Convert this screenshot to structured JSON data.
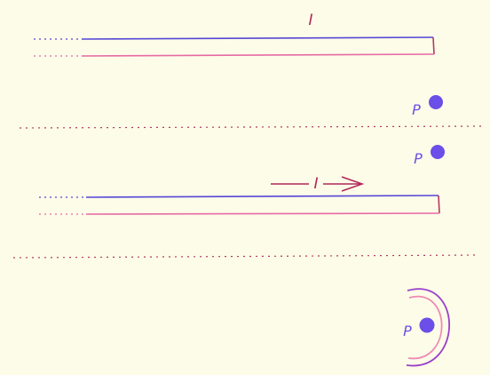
{
  "colors": {
    "background": "#fdfce8",
    "wire_outer": "#5546d6",
    "wire_inner": "#e66aa4",
    "divider": "#b23a5e",
    "label": "#b0265a",
    "point": "#6a4fe8",
    "arc_outer": "#9a3fc9",
    "arc_inner": "#ef8ab5"
  },
  "panels": [
    {
      "current_label": "I",
      "point_label": "P"
    },
    {
      "current_label": "I",
      "point_label": "P"
    },
    {
      "point_label": "P"
    }
  ]
}
